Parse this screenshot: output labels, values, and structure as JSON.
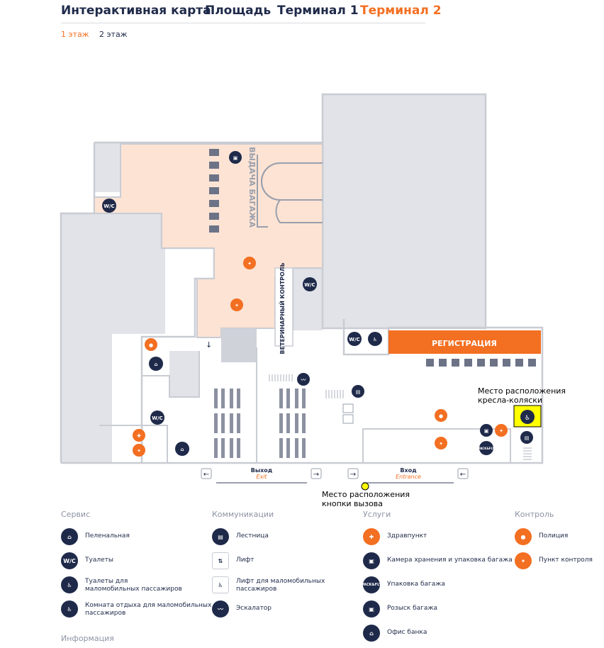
{
  "tabs": [
    {
      "label": "Интерактивная карта",
      "active": false
    },
    {
      "label": "Площадь",
      "active": false
    },
    {
      "label": "Терминал 1",
      "active": false
    },
    {
      "label": "Терминал 2",
      "active": true
    }
  ],
  "floors": [
    {
      "label": "1 этаж",
      "active": true
    },
    {
      "label": "2 этаж",
      "active": false
    }
  ],
  "colors": {
    "accent": "#f36f21",
    "navy": "#1f2a4a",
    "arrival_zone": "#fde3d4",
    "building": "#e1e3e8",
    "highlight": "#ffff00"
  },
  "map": {
    "baggage_claim_label": "ВЫДАЧА БАГАЖА",
    "vet_control_label": "ВЕТЕРИНАРНЫЙ КОНТРОЛЬ",
    "checkin_label": "РЕГИСТРАЦИЯ",
    "exit_ru": "Выход",
    "exit_en": "Exit",
    "entrance_ru": "Вход",
    "entrance_en": "Entrance",
    "wc_label": "W/C",
    "pack_label": "PACK & FLY"
  },
  "annotations": {
    "wheelchair_line1": "Место расположения",
    "wheelchair_line2": "кресла-коляски",
    "call_button_line1": "Место расположения",
    "call_button_line2": "кнопки вызова"
  },
  "legend": {
    "sections": [
      "Сервис",
      "Коммуникации",
      "Услуги",
      "Контроль",
      "Информация"
    ],
    "service": [
      {
        "icon": "baby-changing-icon",
        "label": "Пеленальная"
      },
      {
        "icon": "wc-icon",
        "label": "Туалеты"
      },
      {
        "icon": "accessible-wc-icon",
        "label": "Туалеты для\nмаломобильных пассажиров"
      },
      {
        "icon": "accessible-lounge-icon",
        "label": "Комната отдыха для маломобильных\nпассажиров"
      }
    ],
    "communications": [
      {
        "icon": "stairs-icon",
        "label": "Лестница"
      },
      {
        "icon": "elevator-icon",
        "label": "Лифт"
      },
      {
        "icon": "accessible-elevator-icon",
        "label": "Лифт для маломобильных\nпассажиров"
      },
      {
        "icon": "escalator-icon",
        "label": "Эскалатор"
      }
    ],
    "services": [
      {
        "icon": "first-aid-icon",
        "label": "Здравпункт"
      },
      {
        "icon": "luggage-storage-icon",
        "label": "Камера хранения и упаковка багажа"
      },
      {
        "icon": "pack-and-fly-icon",
        "label": "Упаковка багажа"
      },
      {
        "icon": "lost-baggage-icon",
        "label": "Розыск багажа"
      },
      {
        "icon": "bank-icon",
        "label": "Офис банка"
      }
    ],
    "control": [
      {
        "icon": "police-icon",
        "label": "Полиция"
      },
      {
        "icon": "checkpoint-icon",
        "label": "Пункт контроля"
      }
    ]
  }
}
